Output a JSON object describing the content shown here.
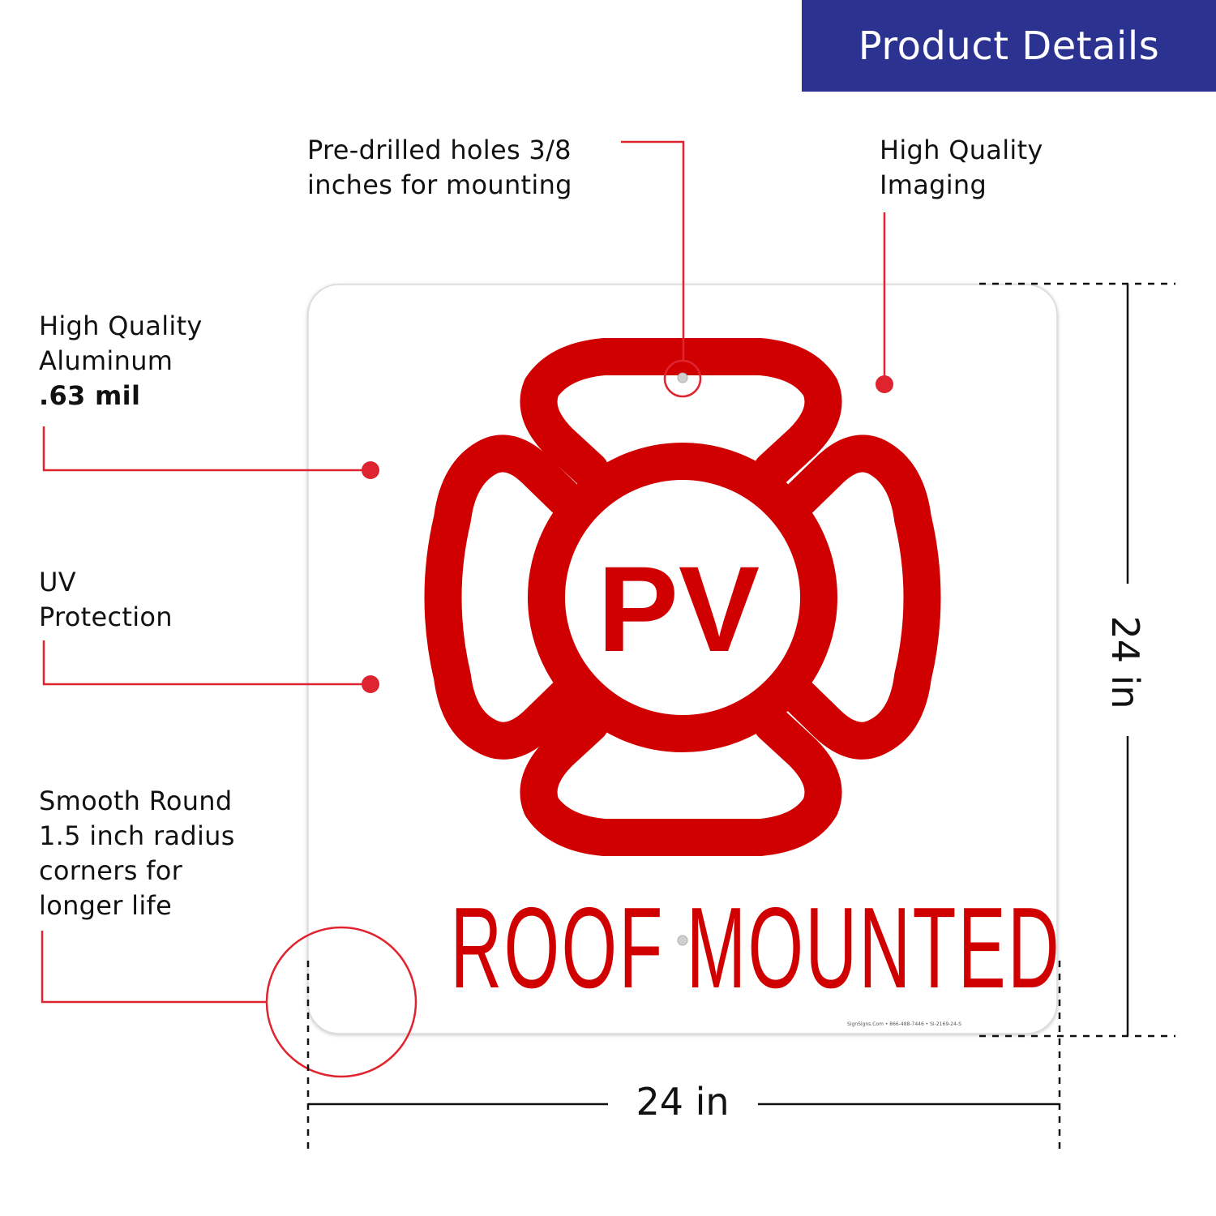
{
  "header": {
    "title": "Product Details"
  },
  "features": {
    "holes": [
      "Pre-drilled holes 3/8",
      "inches for mounting"
    ],
    "imaging": [
      "High Quality",
      "Imaging"
    ],
    "aluminum": [
      "High Quality",
      "Aluminum"
    ],
    "aluminum_spec": ".63 mil",
    "uv": [
      "UV",
      "Protection"
    ],
    "corners": [
      "Smooth Round",
      "1.5 inch radius",
      "corners for",
      "longer life"
    ]
  },
  "dimensions": {
    "width": "24 in",
    "height": "24 in"
  },
  "sign": {
    "symbol": "maltese-cross-icon",
    "center_text": "PV",
    "caption": "ROOF MOUNTED",
    "footer": "SignSigns.Com • 866-488-7446 • SI-2169-24-S"
  },
  "colors": {
    "accent": "#d00000",
    "callout": "#e0242f",
    "banner": "#2b3290"
  }
}
